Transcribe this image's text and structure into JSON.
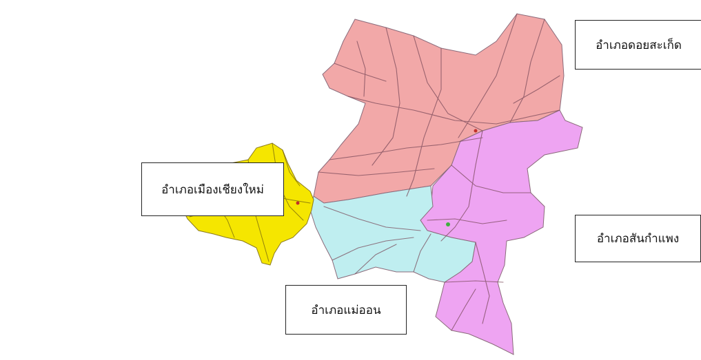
{
  "labels": {
    "doi_saket": "อำเภอดอยสะเก็ด",
    "mueang_chiang_mai": "อำเภอเมืองเชียงใหม่",
    "san_kamphaeng": "อำเภอสันกำแพง",
    "mae_on": "อำเภอแม่ออน"
  },
  "colors": {
    "doi_saket": "#f2a8a8",
    "mueang_chiang_mai": "#f5e600",
    "san_kamphaeng": "#eea4f2",
    "mae_on": "#bfeef0",
    "boundary": "#8a6a7a",
    "roads": "#7a4a5a"
  }
}
